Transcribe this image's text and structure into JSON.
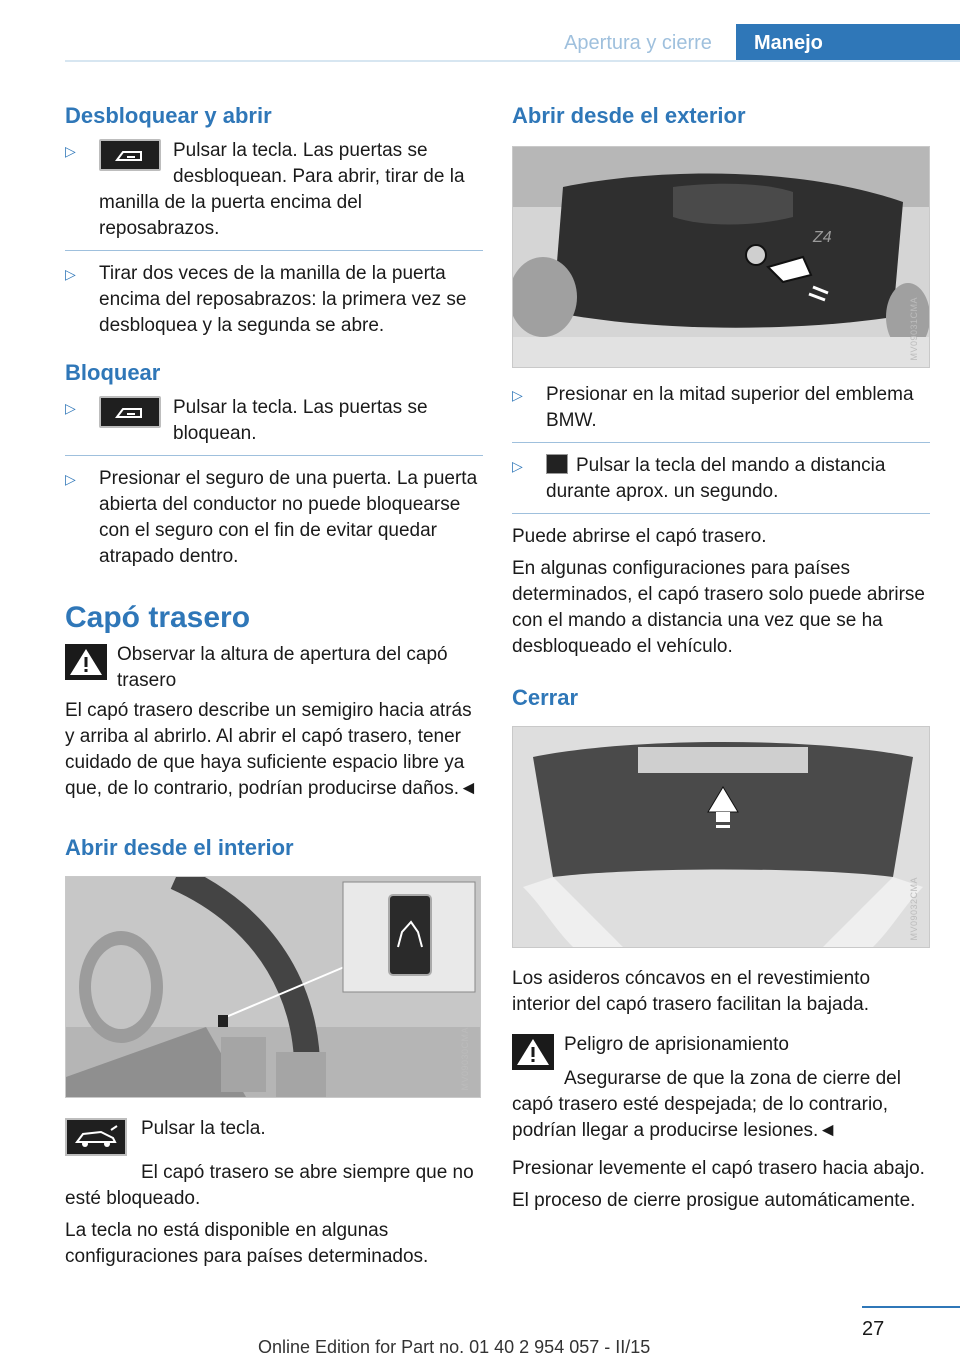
{
  "header": {
    "section": "Apertura y cierre",
    "tab": "Manejo"
  },
  "left": {
    "desbloquear": {
      "title": "Desbloquear y abrir",
      "item1": "Pulsar la tecla. Las puertas se desbloquean. Para abrir, tirar de la manilla de la puerta encima del reposabrazos.",
      "item2": "Tirar dos veces de la manilla de la puerta encima del reposabrazos: la primera vez se desbloquea y la segunda se abre."
    },
    "bloquear": {
      "title": "Bloquear",
      "item1": "Pulsar la tecla. Las puertas se bloquean.",
      "item2": "Presionar el seguro de una puerta. La puerta abierta del conductor no puede bloquearse con el seguro con el fin de evitar quedar atrapado dentro."
    },
    "capo": {
      "title": "Capó trasero",
      "warning": "Observar la altura de apertura del capó trasero",
      "body": "El capó trasero describe un semigiro hacia atrás y arriba al abrirlo. Al abrir el capó trasero, tener cuidado de que haya suficiente espacio libre ya que, de lo contrario, podrían producirse daños.◄"
    },
    "interior": {
      "title": "Abrir desde el interior",
      "image_code": "MV09030CMA",
      "key_line1": "Pulsar la tecla.",
      "key_line2": "El capó trasero se abre siempre que no esté bloqueado.",
      "note": "La tecla no está disponible en algunas configuraciones para países determinados."
    }
  },
  "right": {
    "exterior": {
      "title": "Abrir desde el exterior",
      "image_code": "MV09031CMA",
      "item1": "Presionar en la mitad superior del emblema BMW.",
      "item2": "Pulsar la tecla del mando a distancia durante aprox. un segundo.",
      "p1": "Puede abrirse el capó trasero.",
      "p2": "En algunas configuraciones para países determinados, el capó trasero solo puede abrirse con el mando a distancia una vez que se ha desbloqueado el vehículo."
    },
    "cerrar": {
      "title": "Cerrar",
      "image_code": "MV09032CMA",
      "p1": "Los asideros cóncavos en el revestimiento interior del capó trasero facilitan la bajada.",
      "warn_title": "Peligro de aprisionamiento",
      "warn_body": "Asegurarse de que la zona de cierre del capó trasero esté despejada; de lo contrario, podrían llegar a producirse lesiones.◄",
      "p2": "Presionar levemente el capó trasero hacia abajo.",
      "p3": "El proceso de cierre prosigue automáticamente."
    }
  },
  "footer": {
    "page": "27",
    "edition": "Online Edition for Part no. 01 40 2 954 057 - II/15"
  }
}
